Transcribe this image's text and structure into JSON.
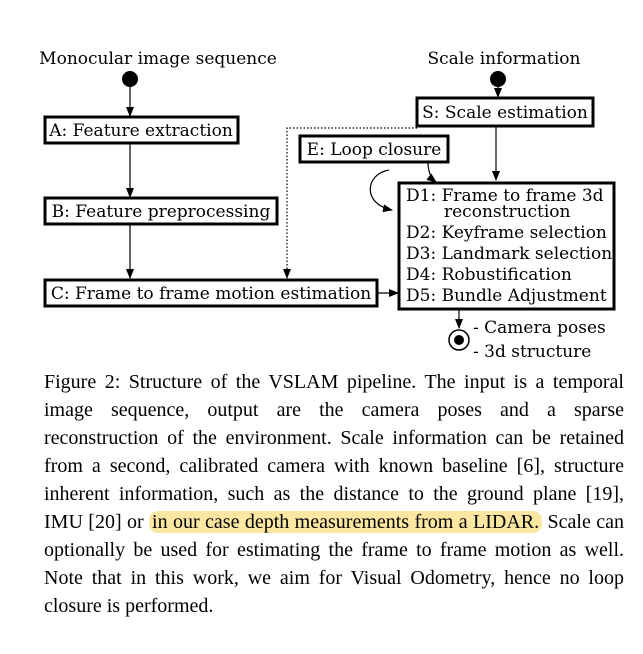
{
  "diagram": {
    "input_label": "Monocular image sequence",
    "scale_label": "Scale information",
    "node_a": "A: Feature extraction",
    "node_b": "B: Feature preprocessing",
    "node_c": "C: Frame to frame motion estimation",
    "node_s": "S: Scale estimation",
    "node_e": "E: Loop closure",
    "node_d": [
      "D1: Frame to frame 3d",
      "reconstruction",
      "D2: Keyframe selection",
      "D3: Landmark selection",
      "D4: Robustification",
      "D5: Bundle Adjustment"
    ],
    "outputs": [
      "- Camera poses",
      "- 3d structure"
    ]
  },
  "caption": {
    "before": "Figure 2: Structure of the VSLAM pipeline. The input is a temporal image sequence, output are the camera poses and a sparse reconstruction of the environment. Scale information can be retained from a second, calibrated camera with known baseline [6], structure inherent information, such as the distance to the ground plane [19], IMU [20] or ",
    "highlight": "in our case depth measurements from a LIDAR.",
    "after": " Scale can optionally be used for estimating the frame to frame motion as well. Note that in this work, we aim for Visual Odometry, hence no loop closure is performed.",
    "highlight_color": "#fbe6a2"
  }
}
